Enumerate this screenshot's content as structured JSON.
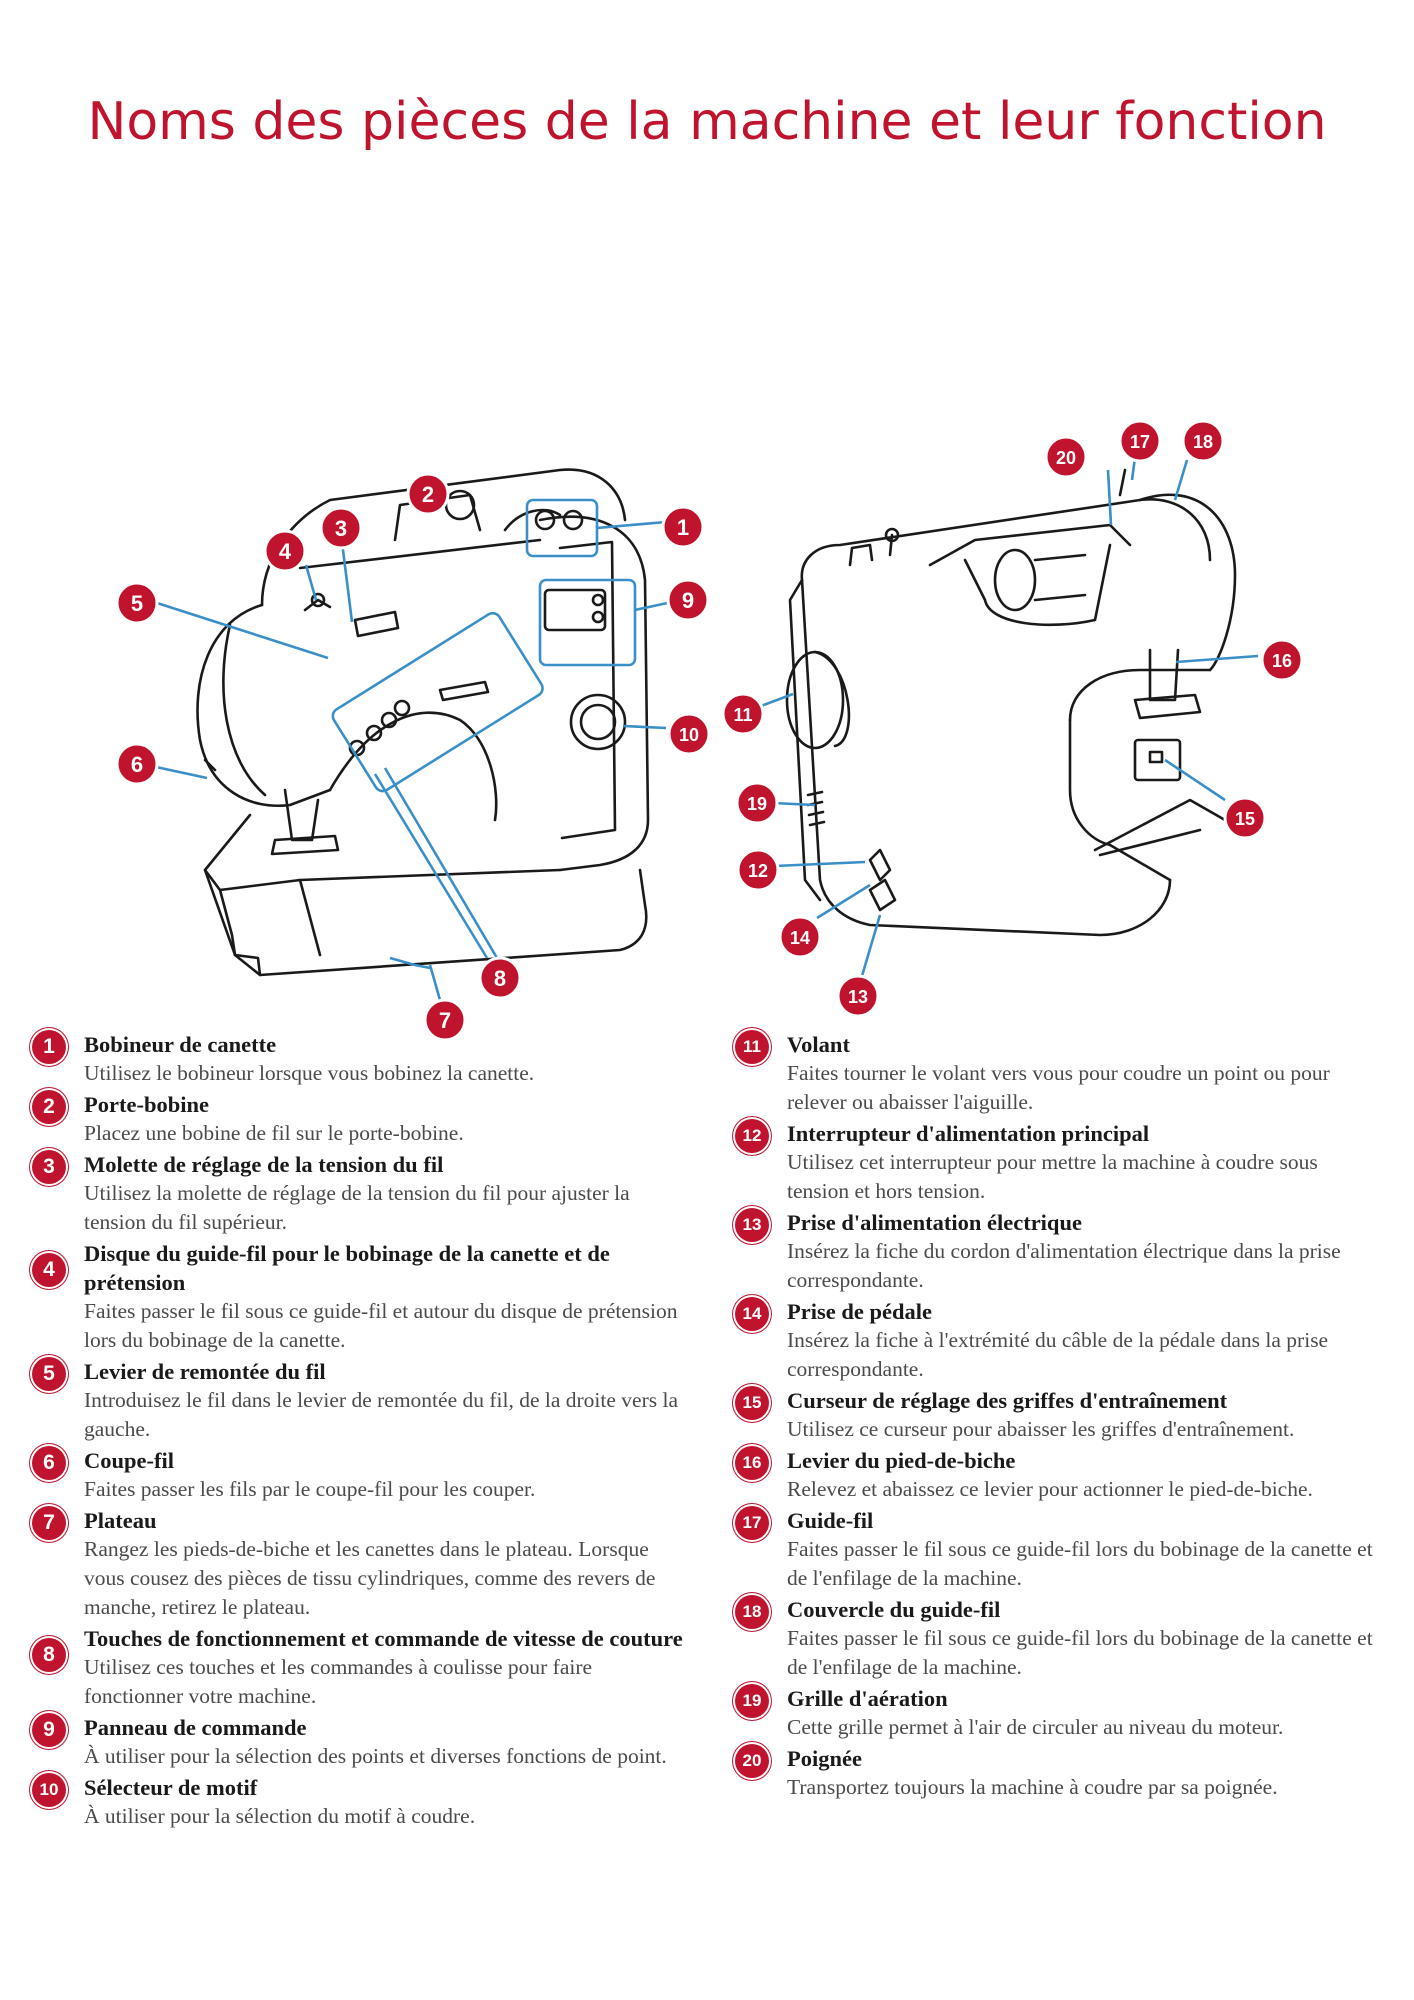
{
  "title": "Noms des pièces de la machine et leur fonction",
  "colors": {
    "accent": "#c0142e",
    "callout_line": "#3a8fc8",
    "ink": "#1a1a1a"
  },
  "callouts": [
    "1",
    "2",
    "3",
    "4",
    "5",
    "6",
    "7",
    "8",
    "9",
    "10",
    "11",
    "12",
    "13",
    "14",
    "15",
    "16",
    "17",
    "18",
    "19",
    "20"
  ],
  "legend": {
    "left": [
      {
        "number": "1",
        "name": "Bobineur de canette",
        "description": "Utilisez le bobineur lorsque vous bobinez la canette."
      },
      {
        "number": "2",
        "name": "Porte-bobine",
        "description": "Placez une bobine de fil sur le porte-bobine."
      },
      {
        "number": "3",
        "name": "Molette de réglage de la tension du fil",
        "description": "Utilisez la molette de réglage de la tension du fil pour ajuster la tension du fil supérieur."
      },
      {
        "number": "4",
        "name": "Disque du guide-fil pour le bobinage de la canette et de prétension",
        "description": "Faites passer le fil sous ce guide-fil et autour du disque de prétension lors du bobinage de la canette."
      },
      {
        "number": "5",
        "name": "Levier de remontée du fil",
        "description": "Introduisez le fil dans le levier de remontée du fil, de la droite vers la gauche."
      },
      {
        "number": "6",
        "name": "Coupe-fil",
        "description": "Faites passer les fils par le coupe-fil pour les couper."
      },
      {
        "number": "7",
        "name": "Plateau",
        "description": "Rangez les pieds-de-biche et les canettes dans le plateau. Lorsque vous cousez des pièces de tissu cylindriques, comme des revers de manche, retirez le plateau."
      },
      {
        "number": "8",
        "name": "Touches de fonctionnement et commande de vitesse de couture",
        "description": "Utilisez ces touches et les commandes à coulisse pour faire fonctionner votre machine."
      },
      {
        "number": "9",
        "name": "Panneau de commande",
        "description": "À utiliser pour la sélection des points et diverses fonctions de point."
      },
      {
        "number": "10",
        "name": "Sélecteur de motif",
        "description": "À utiliser pour la sélection du motif à coudre."
      }
    ],
    "right": [
      {
        "number": "11",
        "name": "Volant",
        "description": "Faites tourner le volant vers vous pour coudre un point ou pour relever ou abaisser l'aiguille."
      },
      {
        "number": "12",
        "name": "Interrupteur d'alimentation principal",
        "description": "Utilisez cet interrupteur pour mettre la machine à coudre sous tension et hors tension."
      },
      {
        "number": "13",
        "name": "Prise d'alimentation électrique",
        "description": "Insérez la fiche du cordon d'alimentation électrique dans la prise correspondante."
      },
      {
        "number": "14",
        "name": "Prise de pédale",
        "description": "Insérez la fiche à l'extrémité du câble de la pédale dans la prise correspondante."
      },
      {
        "number": "15",
        "name": "Curseur de réglage des griffes d'entraînement",
        "description": "Utilisez ce curseur pour abaisser les griffes d'entraînement."
      },
      {
        "number": "16",
        "name": "Levier du pied-de-biche",
        "description": "Relevez et abaissez ce levier pour actionner le pied-de-biche."
      },
      {
        "number": "17",
        "name": "Guide-fil",
        "description": "Faites passer le fil sous ce guide-fil lors du bobinage de la canette et de l'enfilage de la machine."
      },
      {
        "number": "18",
        "name": "Couvercle du guide-fil",
        "description": "Faites passer le fil sous ce guide-fil lors du bobinage de la canette et de l'enfilage de la machine."
      },
      {
        "number": "19",
        "name": "Grille d'aération",
        "description": "Cette grille permet à l'air de circuler au niveau du moteur."
      },
      {
        "number": "20",
        "name": "Poignée",
        "description": "Transportez toujours la machine à coudre par sa poignée."
      }
    ]
  }
}
